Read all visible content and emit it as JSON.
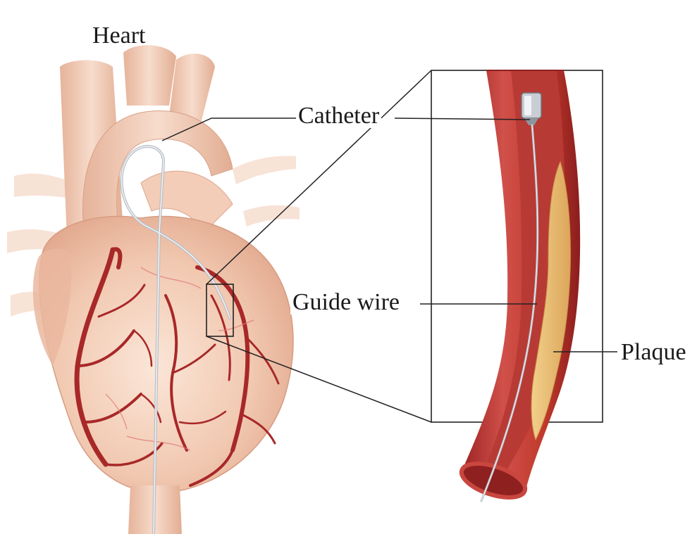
{
  "labels": {
    "heart": "Heart",
    "catheter": "Catheter",
    "guide_wire": "Guide wire",
    "plaque": "Plaque"
  },
  "colors": {
    "heart_skin": "#f1c8b0",
    "heart_shade": "#e0a58a",
    "heart_highlight": "#fbe6d8",
    "vessel": "#a82828",
    "artery_wall": "#c0392b",
    "artery_inner": "#d9534f",
    "lumen": "#8e2020",
    "plaque_fill": "#e9b96e",
    "wire": "#b8bec6",
    "leader_line": "#222222"
  }
}
